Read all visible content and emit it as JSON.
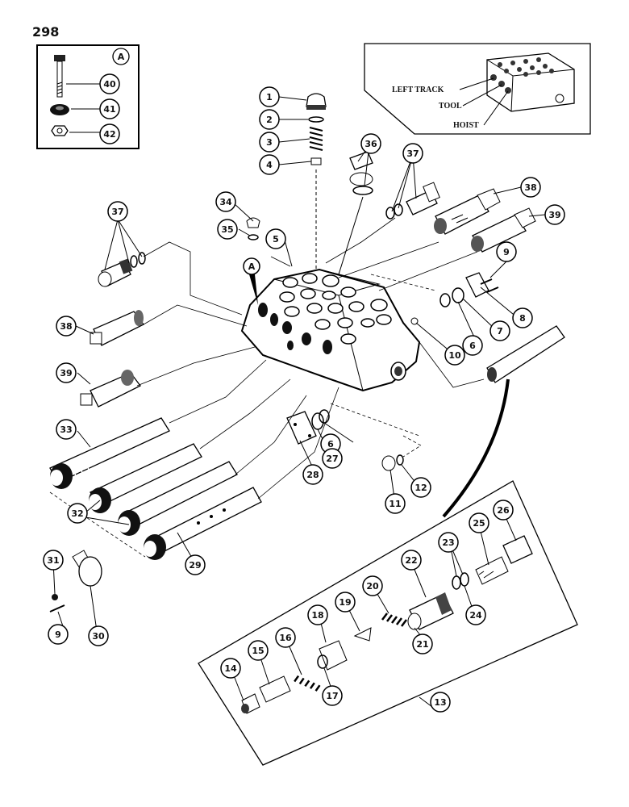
{
  "page_number": "298",
  "inset_detail": {
    "tag": "A",
    "callouts": [
      "40",
      "41",
      "42"
    ]
  },
  "locator": {
    "labels": [
      "LEFT TRACK",
      "TOOL",
      "HOIST"
    ]
  },
  "section_tag": "A",
  "callouts": [
    "1",
    "2",
    "3",
    "4",
    "5",
    "6",
    "7",
    "8",
    "9",
    "10",
    "11",
    "12",
    "13",
    "14",
    "15",
    "16",
    "17",
    "18",
    "19",
    "20",
    "21",
    "22",
    "23",
    "24",
    "25",
    "26",
    "27",
    "28",
    "29",
    "30",
    "31",
    "32",
    "33",
    "34",
    "35",
    "36",
    "37",
    "38",
    "39"
  ]
}
